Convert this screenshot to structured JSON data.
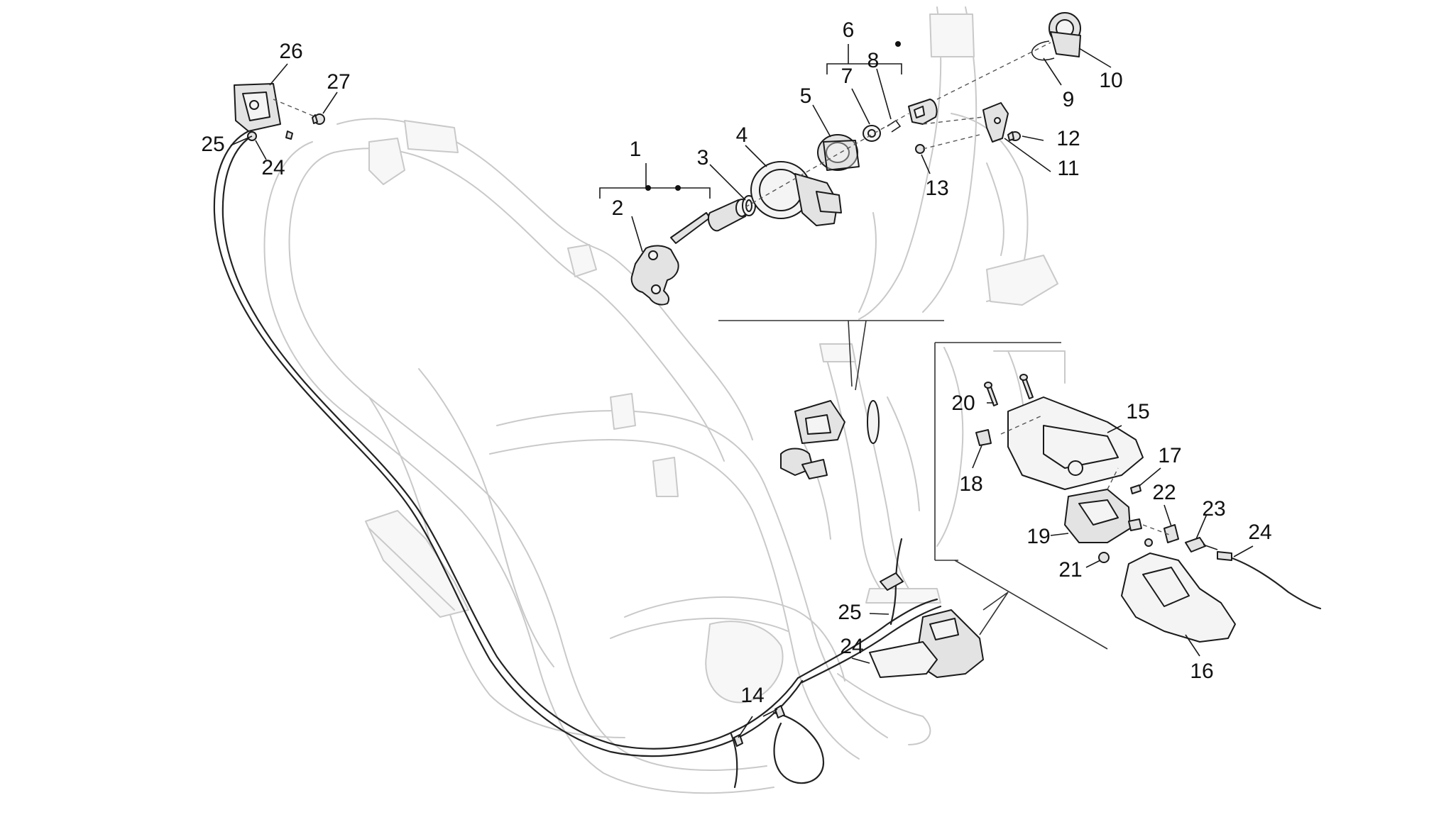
{
  "callouts": [
    {
      "id": "c1",
      "text": "1"
    },
    {
      "id": "c2",
      "text": "2"
    },
    {
      "id": "c3",
      "text": "3"
    },
    {
      "id": "c4",
      "text": "4"
    },
    {
      "id": "c5",
      "text": "5"
    },
    {
      "id": "c6",
      "text": "6"
    },
    {
      "id": "c7",
      "text": "7"
    },
    {
      "id": "c8",
      "text": "8"
    },
    {
      "id": "c9",
      "text": "9"
    },
    {
      "id": "c10",
      "text": "10"
    },
    {
      "id": "c11",
      "text": "11"
    },
    {
      "id": "c12",
      "text": "12"
    },
    {
      "id": "c13",
      "text": "13"
    },
    {
      "id": "c14",
      "text": "14"
    },
    {
      "id": "c15",
      "text": "15"
    },
    {
      "id": "c16",
      "text": "16"
    },
    {
      "id": "c17",
      "text": "17"
    },
    {
      "id": "c18",
      "text": "18"
    },
    {
      "id": "c19",
      "text": "19"
    },
    {
      "id": "c20",
      "text": "20"
    },
    {
      "id": "c21",
      "text": "21"
    },
    {
      "id": "c22",
      "text": "22"
    },
    {
      "id": "c23",
      "text": "23"
    },
    {
      "id": "c24a",
      "text": "24"
    },
    {
      "id": "c24b",
      "text": "24"
    },
    {
      "id": "c24c",
      "text": "24"
    },
    {
      "id": "c25a",
      "text": "25"
    },
    {
      "id": "c25b",
      "text": "25"
    },
    {
      "id": "c26",
      "text": "26"
    },
    {
      "id": "c27",
      "text": "27"
    }
  ],
  "colors": {
    "background": "#ffffff",
    "frame_ghost": "#c9c9c9",
    "part_outline": "#1a1a1a",
    "part_fill": "#e3e3e3",
    "label": "#111111"
  }
}
